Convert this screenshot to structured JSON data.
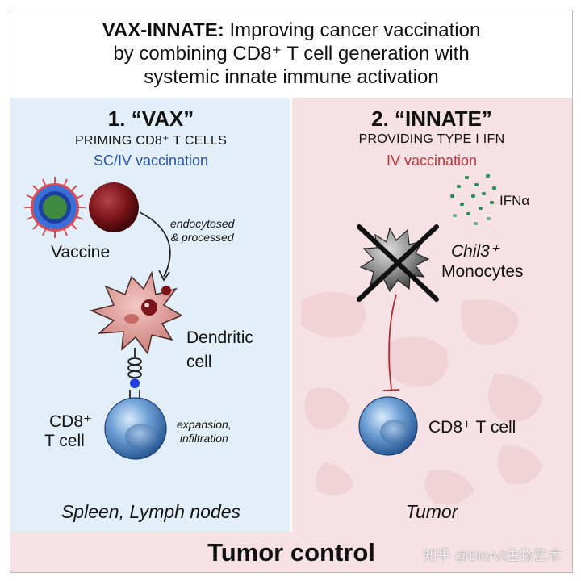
{
  "header": {
    "title_bold": "VAX-INNATE:",
    "title_rest": " Improving cancer vaccination",
    "line2": "by combining CD8⁺ T cell generation with",
    "line3": "systemic innate immune activation"
  },
  "left": {
    "title": "1. “VAX”",
    "subtitle": "PRIMING CD8⁺ T CELLS",
    "route": "SC/IV vaccination",
    "vaccine_label": "Vaccine",
    "process_label_1": "endocytosed",
    "process_label_2": "& processed",
    "dc_label_1": "Dendritic",
    "dc_label_2": "cell",
    "tcell_label_1": "CD8⁺",
    "tcell_label_2": "T cell",
    "expansion_1": "expansion,",
    "expansion_2": "infiltration",
    "location": "Spleen, Lymph nodes"
  },
  "right": {
    "title": "2. “INNATE”",
    "subtitle": "PROVIDING TYPE I IFN",
    "route": "IV vaccination",
    "ifn_label": "IFNα",
    "monocyte_label_1": "Chil3⁺",
    "monocyte_label_2": "Monocytes",
    "tcell_label": "CD8⁺ T cell",
    "location": "Tumor"
  },
  "footer": {
    "outcome": "Tumor control",
    "watermark": "知乎 @BioArt生物艺术"
  },
  "colors": {
    "left_bg": "#e3eff8",
    "right_bg": "#f6e1e4",
    "route_left": "#2a52a8",
    "route_right": "#c0343a"
  }
}
